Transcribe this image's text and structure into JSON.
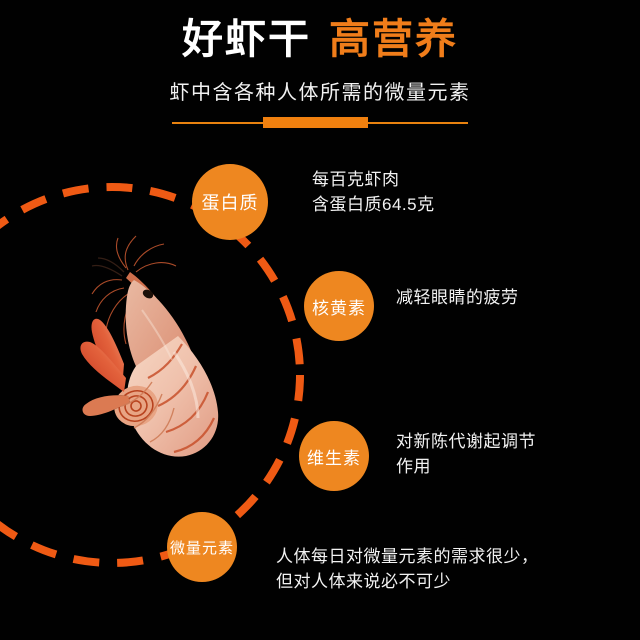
{
  "page": {
    "background_color": "#010101",
    "accent_orange": "#f07d1a",
    "bubble_orange": "#ee8720",
    "orbit_orange": "#ef5a14",
    "text_color": "#f2f2f2"
  },
  "header": {
    "title_main": "好虾干",
    "title_accent": "高营养",
    "subtitle": "虾中含各种人体所需的微量元素"
  },
  "nutrients": [
    {
      "label": "蛋白质",
      "description": "每百克虾肉\n含蛋白质64.5克"
    },
    {
      "label": "核黄素",
      "description": "减轻眼睛的疲劳"
    },
    {
      "label": "维生素",
      "description": "对新陈代谢起调节\n作用"
    },
    {
      "label": "微量元素",
      "description": "人体每日对微量元素的需求很少，\n但对人体来说必不可少"
    }
  ],
  "product_image": {
    "alt": "dried-shrimp-photo"
  }
}
